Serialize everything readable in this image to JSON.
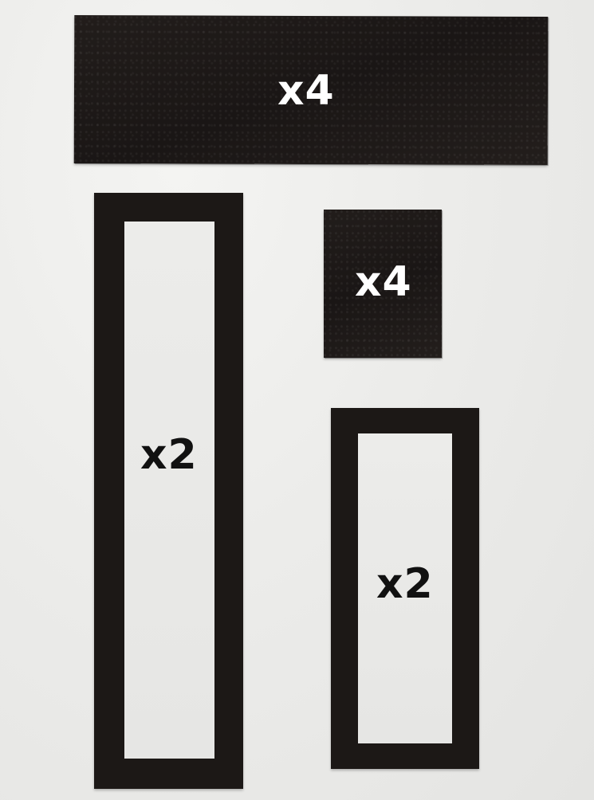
{
  "labels": {
    "strip_qty": "x4",
    "square_qty": "x4",
    "tall_frame_qty": "x2",
    "short_frame_qty": "x2"
  },
  "colors": {
    "background": "#ececea",
    "piece": "#1c1816",
    "label_on_dark": "#ffffff",
    "label_on_light": "#111111"
  }
}
